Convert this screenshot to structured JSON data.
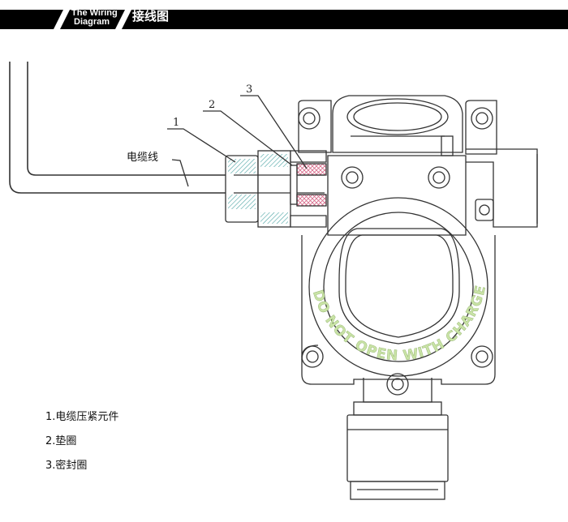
{
  "header": {
    "title_en_line1": "The Wiring",
    "title_en_line2": "Diagram",
    "title_zh": "接线图"
  },
  "diagram": {
    "cable_label": "电缆线",
    "callouts": [
      "1",
      "2",
      "3"
    ],
    "warning_text": "DO NOT OPEN WITH CHARGED."
  },
  "legend": {
    "items": [
      "1.电缆压紧元件",
      "2.垫圈",
      "3.密封圈"
    ]
  },
  "colors": {
    "header_bar": "#000000",
    "line": "#333333",
    "warning_text": "#c9e3a6",
    "thread_fill": "#4aa3a3",
    "seal_fill": "#d86a8a"
  }
}
